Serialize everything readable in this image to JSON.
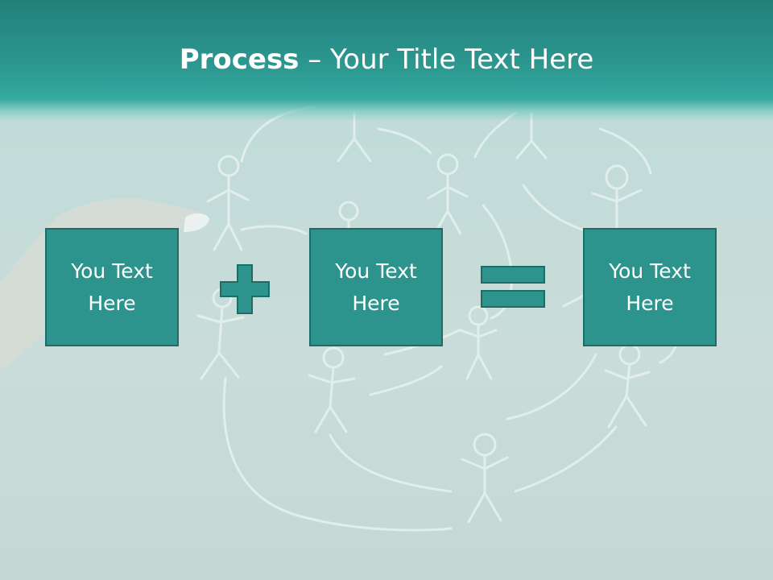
{
  "slide": {
    "title_bold": "Process",
    "title_rest": " – Your Title Text Here"
  },
  "process": {
    "box1": "You Text Here",
    "box2": "You Text Here",
    "box3": "You Text Here",
    "operator1": "plus-icon",
    "operator2": "equals-icon"
  },
  "colors": {
    "title_band": "#2c9890",
    "box_fill": "#2c948c",
    "box_border": "#1d6c66",
    "background": "#c5dcd9",
    "text": "#ffffff"
  }
}
